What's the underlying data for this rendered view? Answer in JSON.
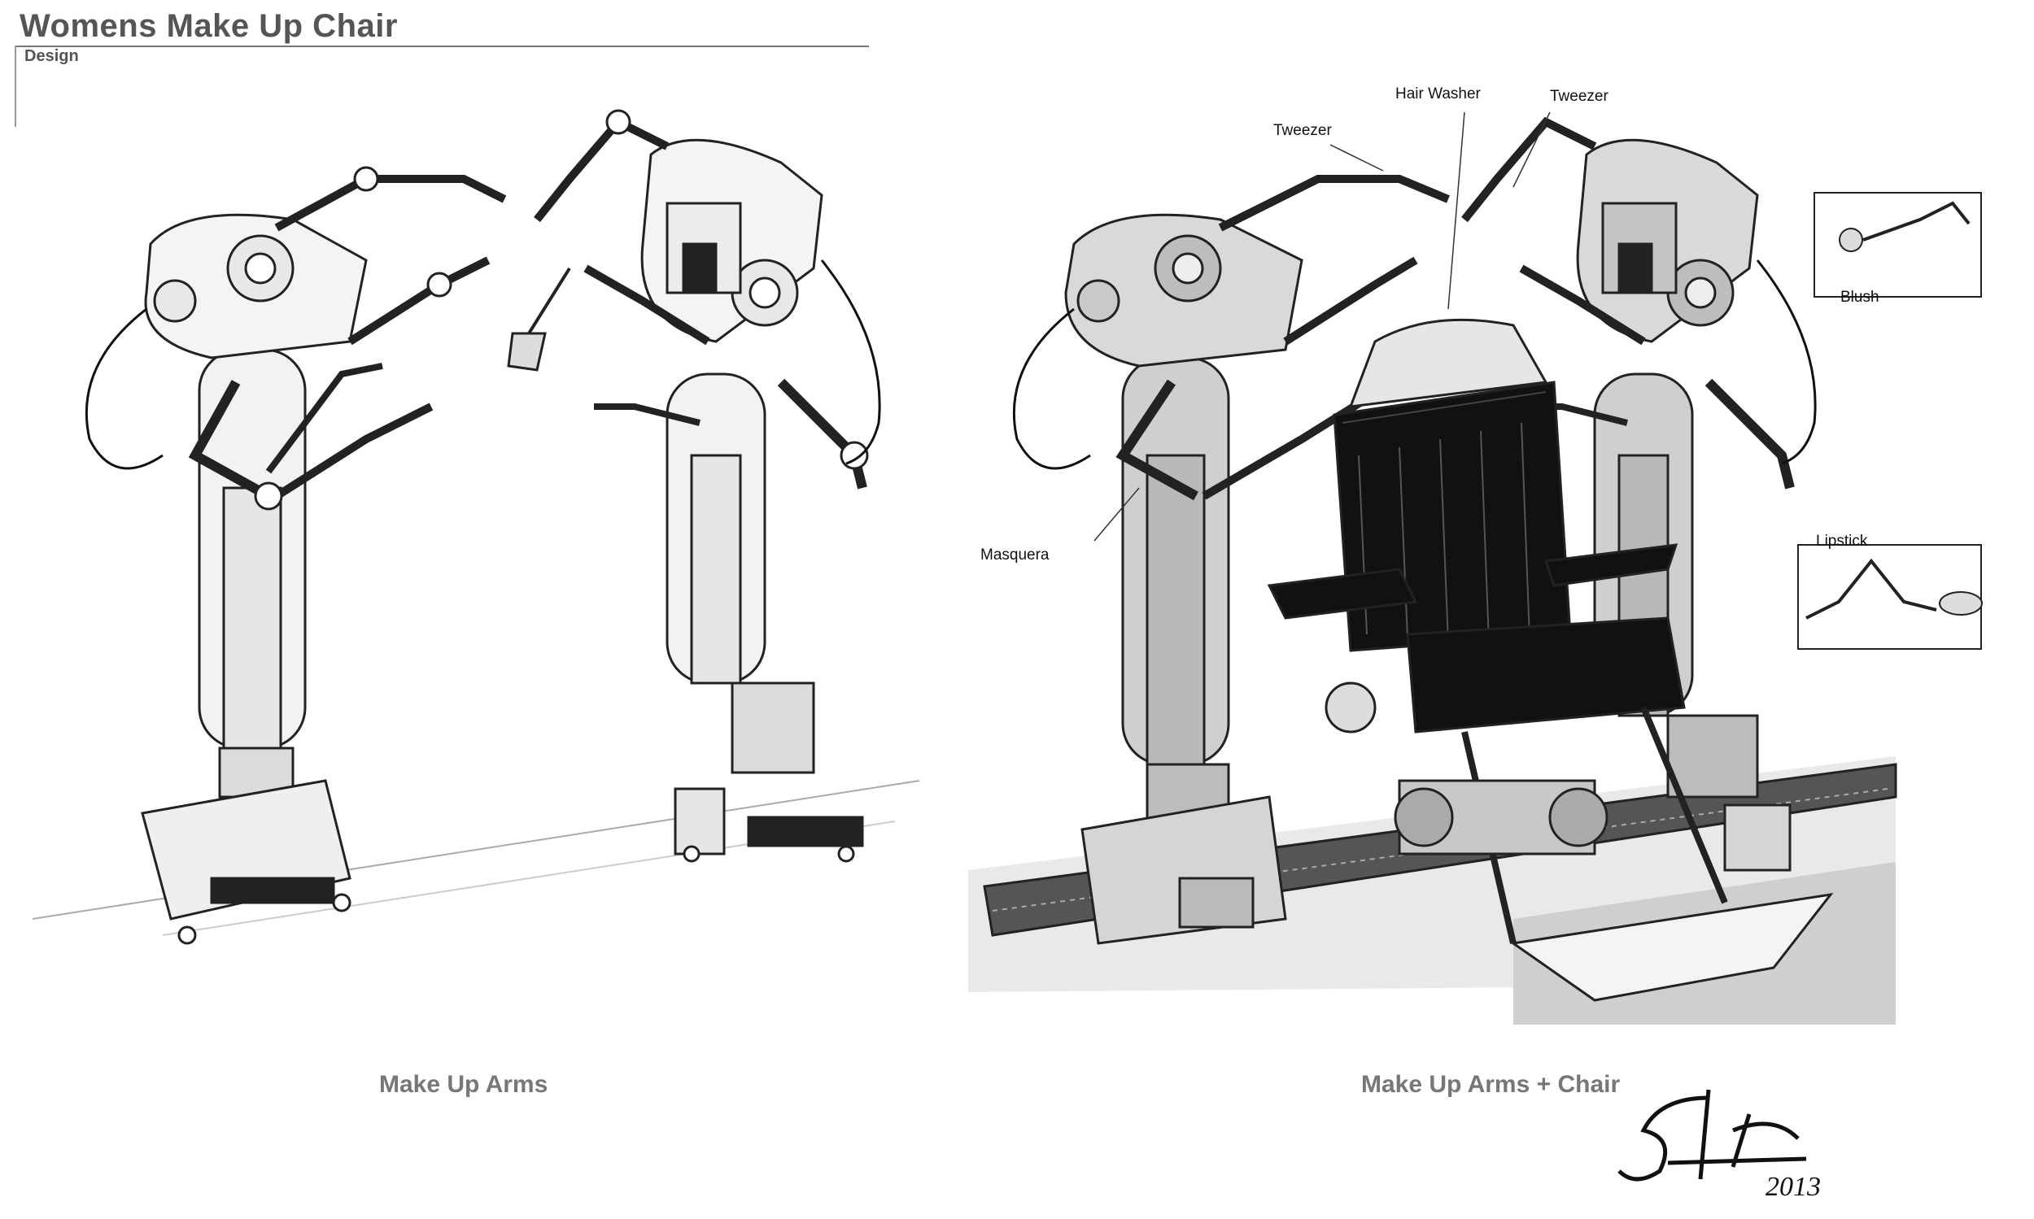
{
  "header": {
    "title": "Womens Make Up Chair",
    "subtitle": "Design"
  },
  "captions": {
    "left": "Make Up Arms",
    "right": "Make Up Arms + Chair"
  },
  "callouts": {
    "tweezer_left": "Tweezer",
    "hair_washer": "Hair Washer",
    "tweezer_right": "Tweezer",
    "blush": "Blush",
    "masquera": "Masquera",
    "lipstick": "Lipstick"
  },
  "signature": {
    "year": "2013"
  }
}
